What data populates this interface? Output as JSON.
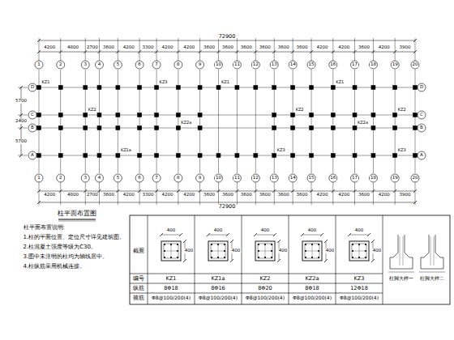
{
  "diagram": {
    "labels": [
      "柱平面布置图",
      "柱平面布置说明:",
      "1.柱的平面位置、定位尺寸详见建筑图。",
      "2.柱混凝土强度等级为C30。",
      "3.图中未注明的柱均为轴线居中。",
      "4.柱纵筋采用机械连接。",
      "72900",
      "72900",
      "4200",
      "4800",
      "2700",
      "3600",
      "4200",
      "3300",
      "4200",
      "4200",
      "3600",
      "3600",
      "3600",
      "3600",
      "3600",
      "3600",
      "4200",
      "4200",
      "3600",
      "4200",
      "3900",
      "4200",
      "4800",
      "2700",
      "3600",
      "4200",
      "3300",
      "4200",
      "4200",
      "3600",
      "3600",
      "3600",
      "3600",
      "3600",
      "3600",
      "4200",
      "4200",
      "3600",
      "4200",
      "3900",
      "1",
      "2",
      "3",
      "4",
      "5",
      "6",
      "7",
      "8",
      "9",
      "10",
      "11",
      "12",
      "13",
      "14",
      "15",
      "16",
      "17",
      "18",
      "19",
      "20",
      "1",
      "2",
      "3",
      "4",
      "5",
      "6",
      "7",
      "8",
      "9",
      "10",
      "11",
      "12",
      "13",
      "14",
      "15",
      "16",
      "17",
      "18",
      "19",
      "20",
      "D",
      "C",
      "B",
      "A",
      "D",
      "C",
      "B",
      "A",
      "5700",
      "2400",
      "5700",
      "截面",
      "编号",
      "纵筋",
      "箍筋",
      "KZ1",
      "KZ1a",
      "KZ2",
      "KZ2a",
      "KZ3",
      "8Φ18",
      "8Φ16",
      "8Φ20",
      "8Φ18",
      "12Φ18",
      "Φ8@100/200(4)",
      "Φ8@100/200(4)",
      "Φ8@100/200(4)",
      "Φ8@100/200(4)",
      "Φ8@100/200(4)",
      "400",
      "400",
      "400",
      "400",
      "400",
      "400",
      "400",
      "400",
      "400",
      "400",
      "柱脚大样一",
      "柱脚大样二",
      "KZ1",
      "KZ2",
      "KZ1a",
      "KZ3",
      "KZ2a",
      "KZ1",
      "KZ3",
      "KZ2",
      "KZ1",
      "KZ2a",
      "KZ3",
      "KZ2"
    ]
  }
}
